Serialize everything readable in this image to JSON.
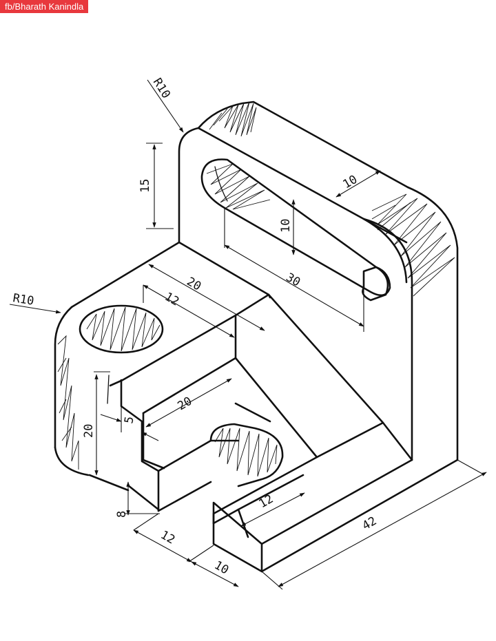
{
  "credit": {
    "text": "fb/Bharath Kanindla",
    "bg": "#e8383d",
    "fg": "#ffffff"
  },
  "dims": {
    "r_top": "R10",
    "h15": "15",
    "w10": "10",
    "slot10": "10",
    "slot30": "30",
    "d20_top": "20",
    "hole12": "12",
    "r_left": "R10",
    "d20_step": "20",
    "d5": "5",
    "h20": "20",
    "h8": "8",
    "d12_front": "12",
    "d10_front": "10",
    "slot12": "12",
    "d42": "42"
  }
}
